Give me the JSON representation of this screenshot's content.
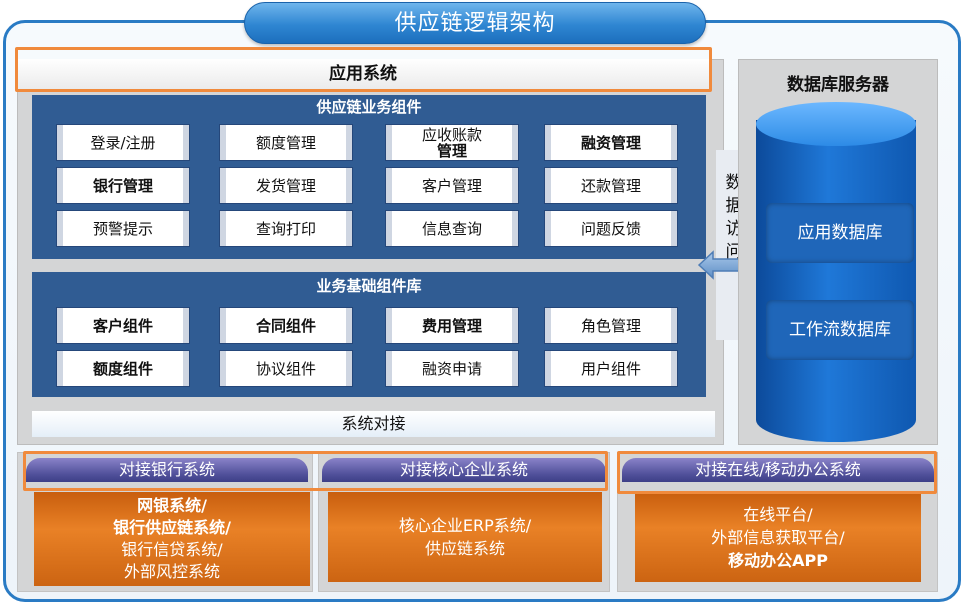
{
  "title": "供应链逻辑架构",
  "app_system": {
    "label": "应用系统",
    "business_components": {
      "header": "供应链业务组件",
      "items": [
        {
          "label": "登录/注册",
          "bold": false
        },
        {
          "label": "额度管理",
          "bold": false
        },
        {
          "label_line1": "应收账款",
          "label_line2": "管理",
          "bold": false
        },
        {
          "label": "融资管理",
          "bold": true
        },
        {
          "label": "银行管理",
          "bold": true
        },
        {
          "label": "发货管理",
          "bold": false
        },
        {
          "label": "客户管理",
          "bold": false
        },
        {
          "label": "还款管理",
          "bold": false
        },
        {
          "label": "预警提示",
          "bold": false
        },
        {
          "label": "查询打印",
          "bold": false
        },
        {
          "label": "信息查询",
          "bold": false
        },
        {
          "label": "问题反馈",
          "bold": false
        }
      ]
    },
    "base_components": {
      "header": "业务基础组件库",
      "items": [
        {
          "label": "客户组件",
          "bold": true
        },
        {
          "label": "合同组件",
          "bold": true
        },
        {
          "label": "费用管理",
          "bold": true
        },
        {
          "label": "角色管理",
          "bold": false
        },
        {
          "label": "额度组件",
          "bold": true
        },
        {
          "label": "协议组件",
          "bold": false
        },
        {
          "label": "融资申请",
          "bold": false
        },
        {
          "label": "用户组件",
          "bold": false
        }
      ]
    },
    "system_integration": "系统对接"
  },
  "data_access": {
    "chars": [
      "数",
      "据",
      "访",
      "问"
    ]
  },
  "db_server": {
    "title": "数据库服务器",
    "databases": [
      "应用数据库",
      "工作流数据库"
    ]
  },
  "integrations": [
    {
      "tab": "对接银行系统",
      "lines": [
        "网银系统/",
        "银行供应链系统/",
        "银行信贷系统/",
        "外部风控系统"
      ]
    },
    {
      "tab": "对接核心企业系统",
      "lines": [
        "核心企业ERP系统/",
        "供应链系统"
      ]
    },
    {
      "tab": "对接在线/移动办公系统",
      "lines": [
        "在线平台/",
        "外部信息获取平台/",
        "移动办公APP"
      ]
    }
  ],
  "colors": {
    "frame": "#2a7bc4",
    "component_block": "#305c93",
    "highlight": "#f08a3c",
    "integration_fill": "#e98126",
    "tab": "#4f4f99",
    "database": "#1f78d8"
  }
}
